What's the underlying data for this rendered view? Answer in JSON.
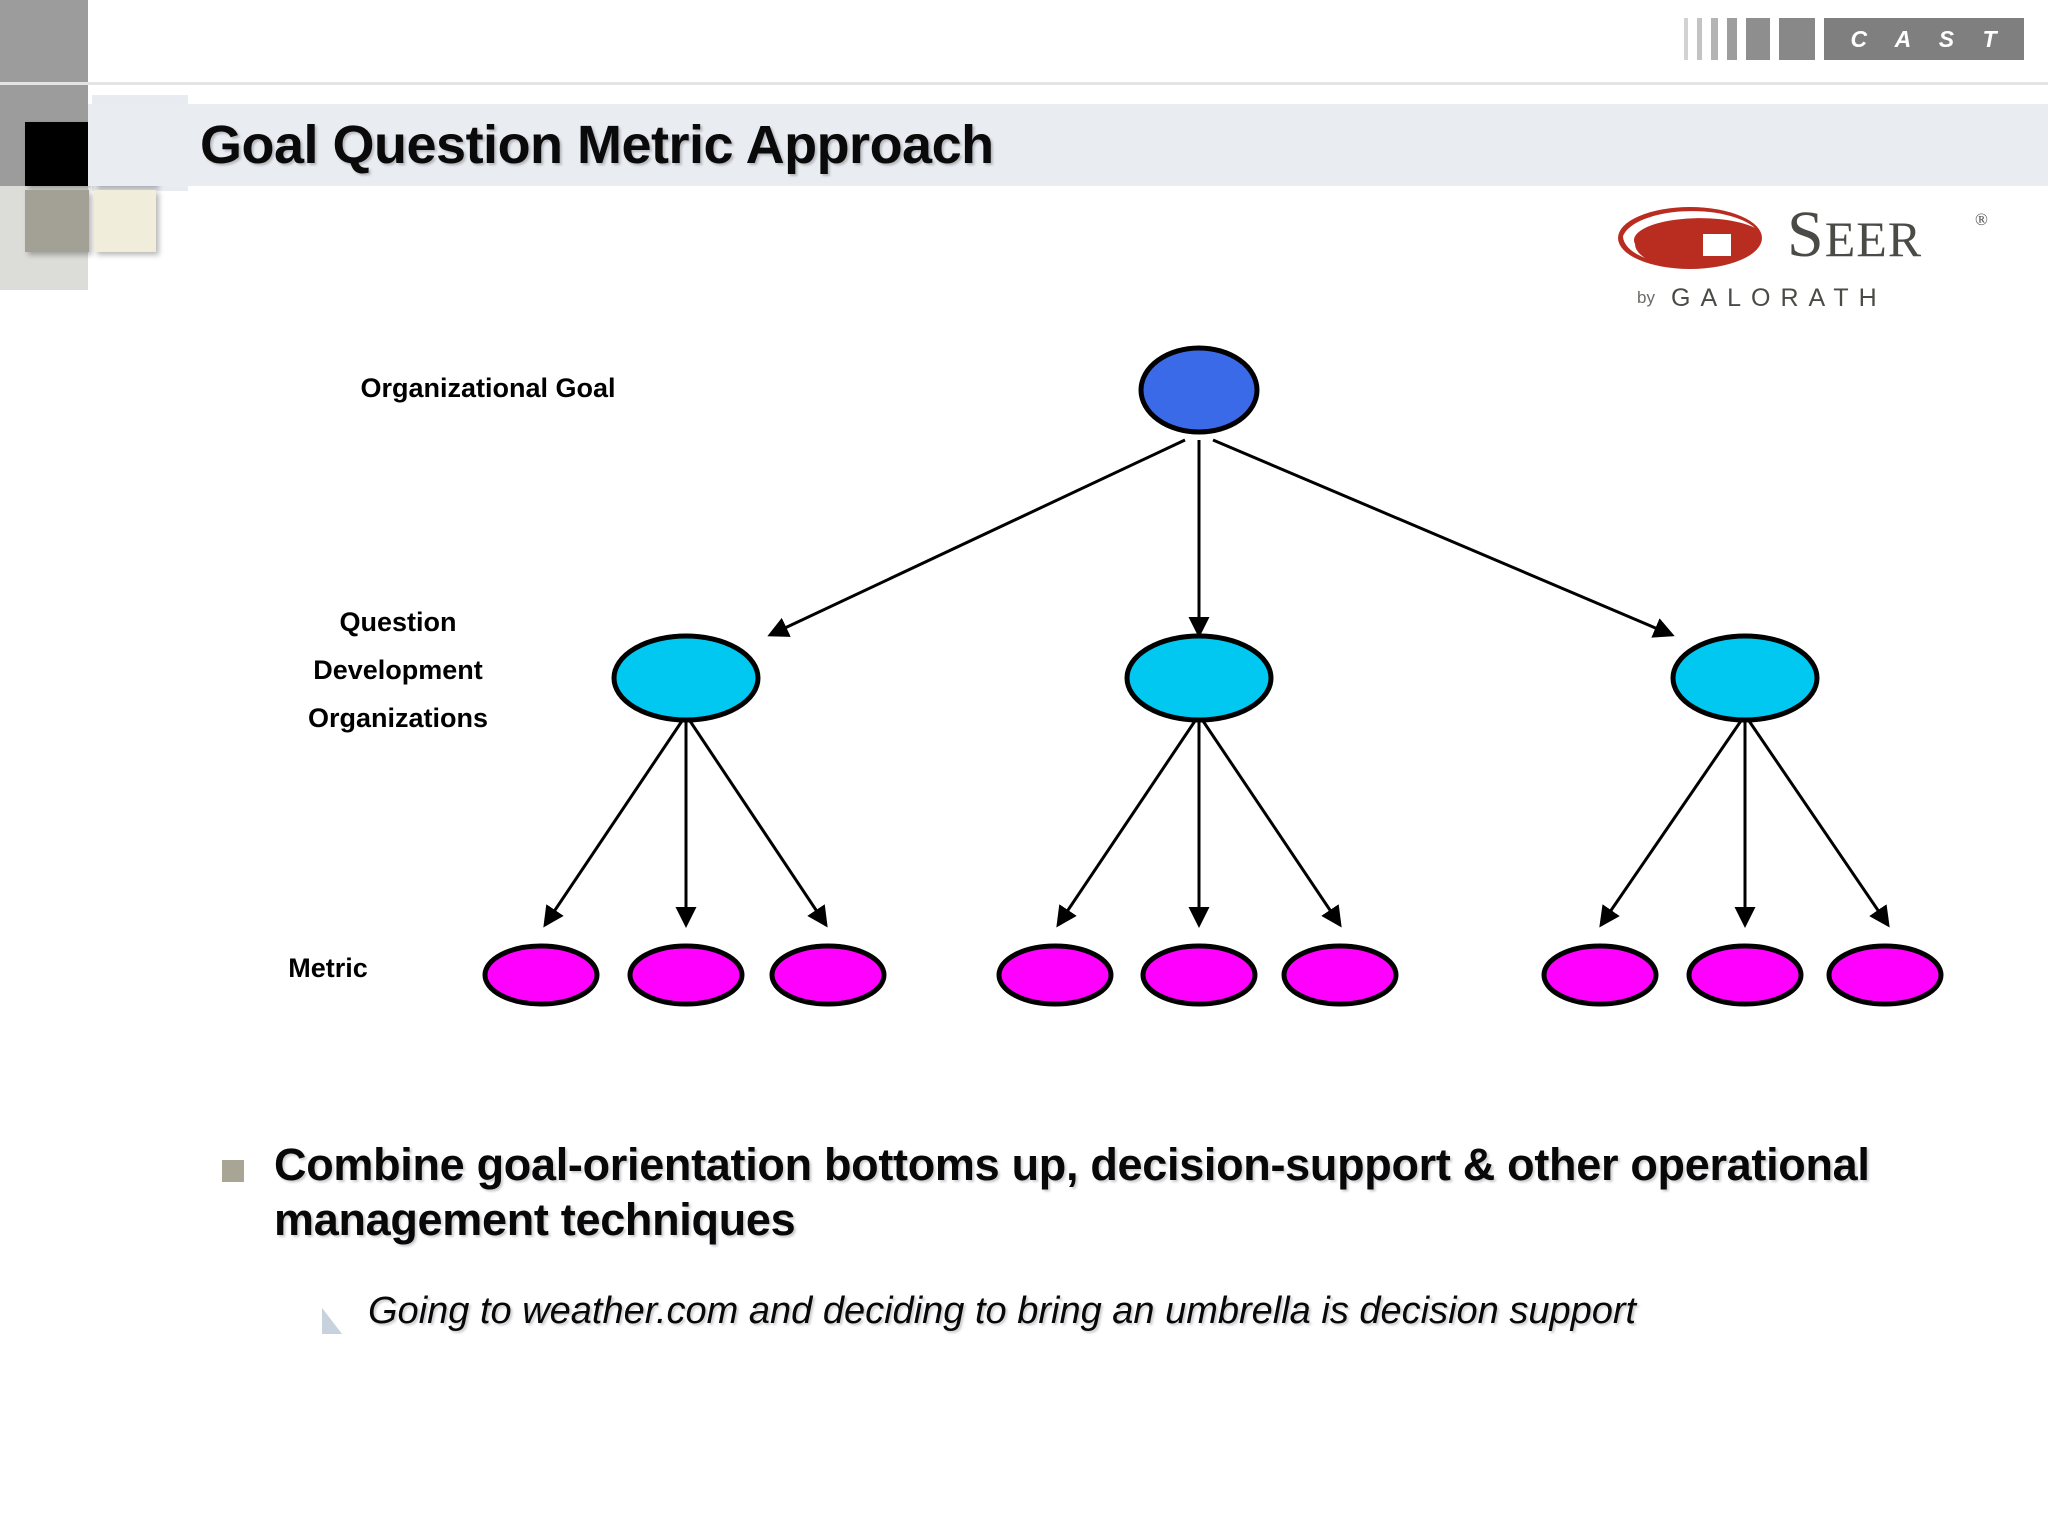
{
  "header": {
    "title": "Goal Question Metric Approach",
    "cast_logo": {
      "name": "cast-logo",
      "text": "C A S T",
      "bar_count": 6,
      "color": "#7f7f7f"
    }
  },
  "brand": {
    "seer": {
      "wordmark": "SEER",
      "registered": "®",
      "by": "by",
      "company": "GALORATH",
      "swoosh_color": "#b82d20",
      "text_color": "#4a4a46"
    }
  },
  "diagram": {
    "type": "tree",
    "title": "Goal Question Metric tree",
    "row_labels": {
      "goal": "Organizational Goal",
      "question_line1": "Question",
      "question_line2": "Development",
      "question_line3": "Organizations",
      "metric": "Metric"
    },
    "colors": {
      "goal_node": "#3a6ae8",
      "question_node": "#00c8f0",
      "metric_node": "#ff00ff",
      "node_outline": "#000000",
      "connector": "#000000"
    },
    "levels": [
      {
        "name": "goal",
        "count": 1
      },
      {
        "name": "question",
        "count": 3
      },
      {
        "name": "metric",
        "count": 9
      }
    ]
  },
  "body": {
    "bullet_1": "Combine goal-orientation bottoms up, decision-support & other operational management techniques",
    "bullet_1_marker_color": "#a8a595",
    "sub_bullet_1": "Going to weather.com and deciding to bring an umbrella is decision support",
    "sub_bullet_1_marker_color": "#c8d2de"
  }
}
